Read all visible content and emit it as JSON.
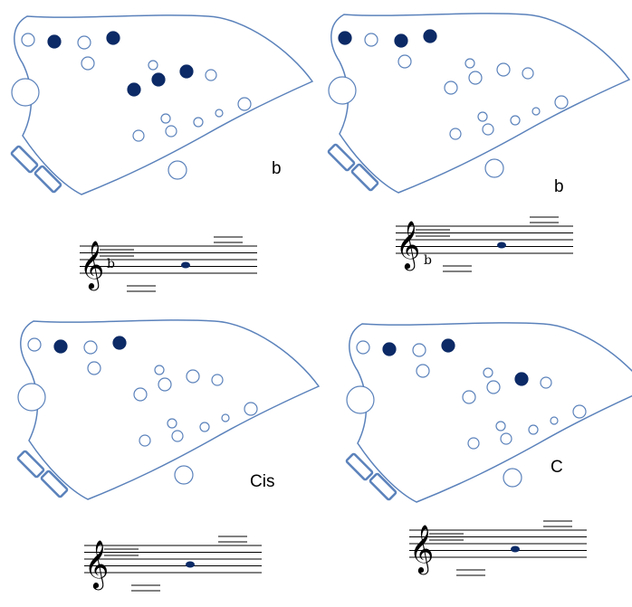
{
  "colors": {
    "outline": "#5b82bb",
    "hole_open_fill": "#ffffff",
    "hole_closed_fill": "#0c2a66",
    "staff_line": "#000000",
    "note_head": "#0c2a66"
  },
  "glyphs": {
    "treble_clef": "𝄞"
  },
  "fingerings": [
    {
      "label": "b",
      "key_signature": "b",
      "closed_holes": [
        "t1",
        "t3",
        "m1",
        "m2",
        "m3"
      ]
    },
    {
      "label": "b",
      "key_signature": "b",
      "closed_holes": [
        "t0",
        "t2",
        "t3"
      ]
    },
    {
      "label": "Cis",
      "key_signature": "",
      "closed_holes": [
        "t1",
        "t3"
      ]
    },
    {
      "label": "C",
      "key_signature": "",
      "closed_holes": [
        "t1",
        "t3",
        "m1"
      ]
    }
  ]
}
